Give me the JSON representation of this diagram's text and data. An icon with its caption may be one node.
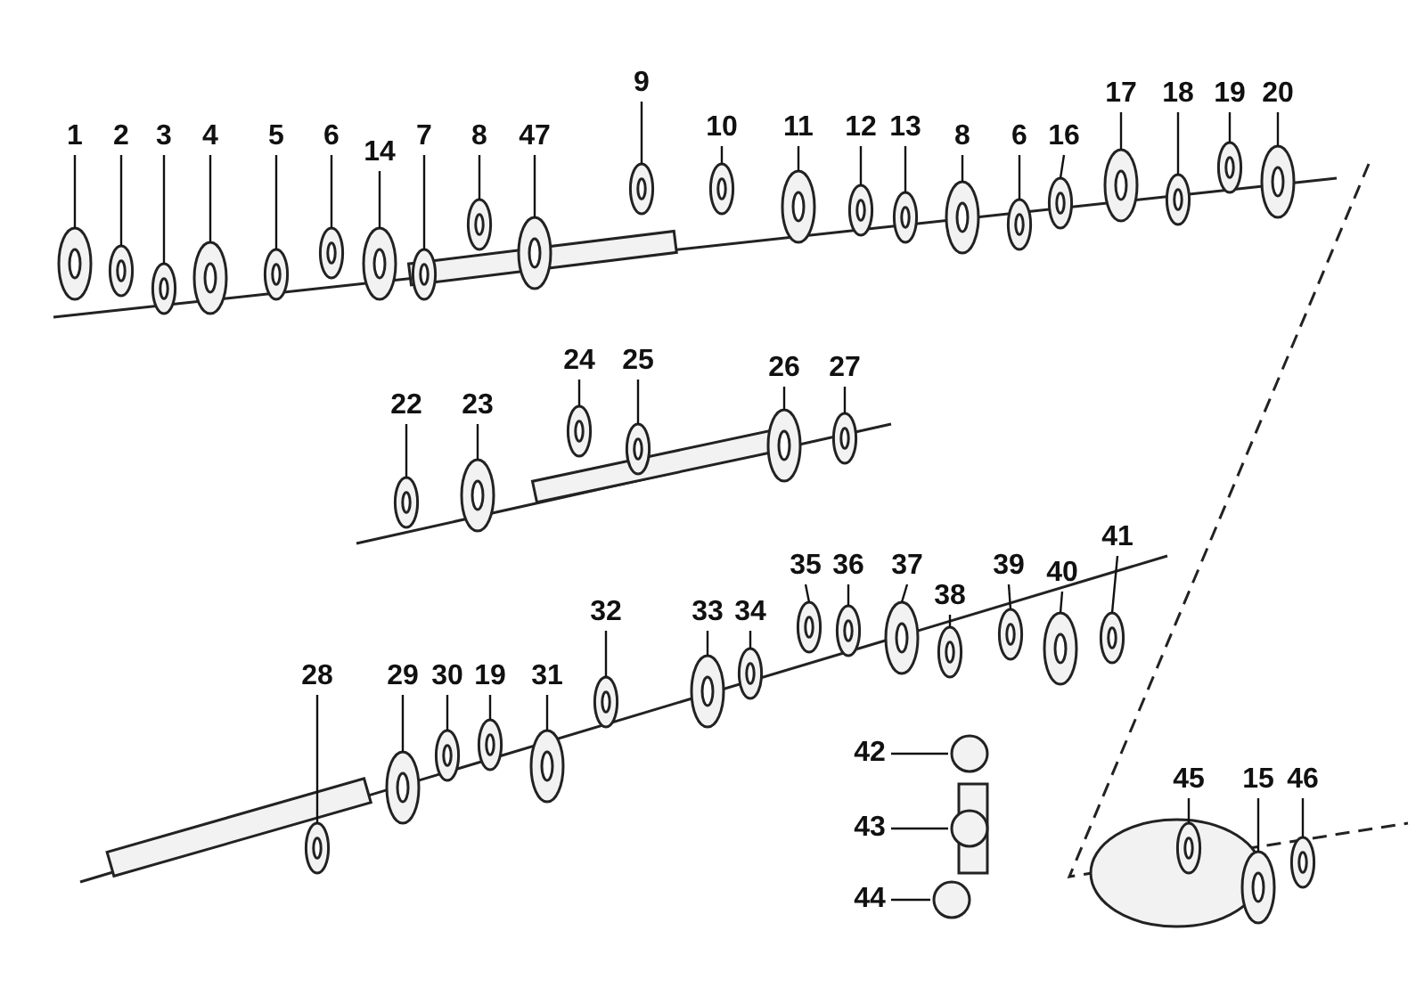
{
  "diagram": {
    "nodes": [
      {
        "text": [
          "1"
        ]
      },
      {
        "text": [
          "2"
        ]
      },
      {
        "text": [
          "3"
        ]
      },
      {
        "text": [
          "4"
        ]
      },
      {
        "text": [
          "5"
        ]
      },
      {
        "text": [
          "6"
        ]
      },
      {
        "text": [
          "14"
        ]
      },
      {
        "text": [
          "7"
        ]
      },
      {
        "text": [
          "8"
        ]
      },
      {
        "text": [
          "47"
        ]
      },
      {
        "text": [
          "9"
        ]
      },
      {
        "text": [
          "10"
        ]
      },
      {
        "text": [
          "11"
        ]
      },
      {
        "text": [
          "12"
        ]
      },
      {
        "text": [
          "13"
        ]
      },
      {
        "text": [
          "8"
        ]
      },
      {
        "text": [
          "6"
        ]
      },
      {
        "text": [
          "16"
        ]
      },
      {
        "text": [
          "17"
        ]
      },
      {
        "text": [
          "18"
        ]
      },
      {
        "text": [
          "19"
        ]
      },
      {
        "text": [
          "20"
        ]
      },
      {
        "text": [
          "24"
        ]
      },
      {
        "text": [
          "25"
        ]
      },
      {
        "text": [
          "26"
        ]
      },
      {
        "text": [
          "27"
        ]
      },
      {
        "text": [
          "22"
        ]
      },
      {
        "text": [
          "23"
        ]
      },
      {
        "text": [
          "35"
        ]
      },
      {
        "text": [
          "36"
        ]
      },
      {
        "text": [
          "37"
        ]
      },
      {
        "text": [
          "38"
        ]
      },
      {
        "text": [
          "39"
        ]
      },
      {
        "text": [
          "40"
        ]
      },
      {
        "text": [
          "41"
        ]
      },
      {
        "text": [
          "32"
        ]
      },
      {
        "text": [
          "33"
        ]
      },
      {
        "text": [
          "34"
        ]
      },
      {
        "text": [
          "28"
        ]
      },
      {
        "text": [
          "29"
        ]
      },
      {
        "text": [
          "30"
        ]
      },
      {
        "text": [
          "19"
        ]
      },
      {
        "text": [
          "31"
        ]
      },
      {
        "text": [
          "42"
        ]
      },
      {
        "text": [
          "45"
        ]
      },
      {
        "text": [
          "15"
        ]
      },
      {
        "text": [
          "46"
        ]
      },
      {
        "text": [
          "43"
        ]
      },
      {
        "text": [
          "44"
        ]
      }
    ],
    "edges": [
      {
        "from": 0,
        "to": null,
        "arrow": "none"
      },
      {
        "from": 1,
        "to": null,
        "arrow": "none"
      },
      {
        "from": 2,
        "to": null,
        "arrow": "none"
      },
      {
        "from": 3,
        "to": null,
        "arrow": "none"
      },
      {
        "from": 4,
        "to": null,
        "arrow": "none"
      },
      {
        "from": 5,
        "to": null,
        "arrow": "none"
      },
      {
        "from": 6,
        "to": null,
        "arrow": "none"
      },
      {
        "from": 7,
        "to": null,
        "arrow": "none"
      },
      {
        "from": 8,
        "to": null,
        "arrow": "none"
      },
      {
        "from": 9,
        "to": null,
        "arrow": "none"
      },
      {
        "from": 10,
        "to": null,
        "arrow": "none"
      },
      {
        "from": 11,
        "to": null,
        "arrow": "none"
      },
      {
        "from": 12,
        "to": null,
        "arrow": "none"
      },
      {
        "from": 13,
        "to": null,
        "arrow": "none"
      },
      {
        "from": 14,
        "to": null,
        "arrow": "none"
      },
      {
        "from": 15,
        "to": null,
        "arrow": "none"
      },
      {
        "from": 16,
        "to": null,
        "arrow": "none"
      },
      {
        "from": 17,
        "to": null,
        "arrow": "none"
      },
      {
        "from": 18,
        "to": null,
        "arrow": "none"
      },
      {
        "from": 19,
        "to": null,
        "arrow": "none"
      },
      {
        "from": 20,
        "to": null,
        "arrow": "none"
      },
      {
        "from": 21,
        "to": null,
        "arrow": "none"
      },
      {
        "from": 22,
        "to": null,
        "arrow": "none"
      },
      {
        "from": 23,
        "to": null,
        "arrow": "none"
      },
      {
        "from": 24,
        "to": null,
        "arrow": "none"
      },
      {
        "from": 25,
        "to": null,
        "arrow": "none"
      },
      {
        "from": 26,
        "to": null,
        "arrow": "none"
      },
      {
        "from": 27,
        "to": null,
        "arrow": "none"
      },
      {
        "from": 28,
        "to": null,
        "arrow": "none"
      },
      {
        "from": 29,
        "to": null,
        "arrow": "none"
      },
      {
        "from": 30,
        "to": null,
        "arrow": "none"
      },
      {
        "from": 31,
        "to": null,
        "arrow": "none"
      },
      {
        "from": 32,
        "to": null,
        "arrow": "none"
      },
      {
        "from": 33,
        "to": null,
        "arrow": "none"
      },
      {
        "from": 34,
        "to": null,
        "arrow": "none"
      },
      {
        "from": 35,
        "to": null,
        "arrow": "none"
      },
      {
        "from": 36,
        "to": null,
        "arrow": "none"
      },
      {
        "from": 37,
        "to": null,
        "arrow": "none"
      },
      {
        "from": 38,
        "to": null,
        "arrow": "none"
      },
      {
        "from": 39,
        "to": null,
        "arrow": "none"
      },
      {
        "from": 40,
        "to": null,
        "arrow": "none"
      },
      {
        "from": 41,
        "to": null,
        "arrow": "none"
      },
      {
        "from": 42,
        "to": null,
        "arrow": "none"
      },
      {
        "from": 43,
        "to": null,
        "arrow": "none"
      },
      {
        "from": 44,
        "to": null,
        "arrow": "none"
      },
      {
        "from": 45,
        "to": null,
        "arrow": "none"
      },
      {
        "from": 46,
        "to": null,
        "arrow": "none"
      },
      {
        "from": 47,
        "to": null,
        "arrow": "none"
      },
      {
        "from": 48,
        "to": null,
        "arrow": "none"
      }
    ]
  }
}
